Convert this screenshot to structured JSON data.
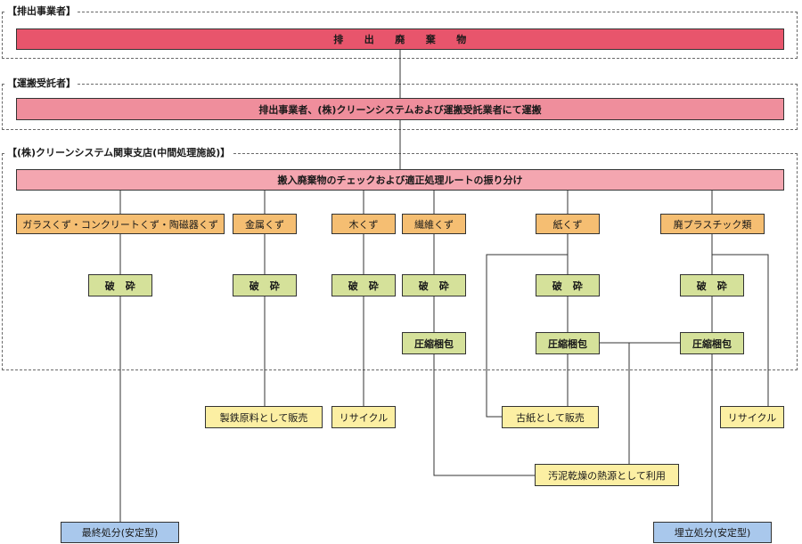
{
  "sections": {
    "generator": "【排出事業者】",
    "transport": "【運搬受託者】",
    "intermediate": "【(株)クリーンシステム関東支店(中間処理施設)】"
  },
  "boxes": {
    "waste_source": "排　　出　　廃　　棄　　物",
    "transport_bar": "排出事業者、(株)クリーンシステムおよび運搬受託業者にて運搬",
    "sorting_bar": "搬入廃棄物のチェックおよび適正処理ルートの振り分け",
    "categories": [
      "ガラスくず・コンクリートくず・陶磁器くず",
      "金属くず",
      "木くず",
      "繊維くず",
      "紙くず",
      "廃プラスチック類"
    ],
    "crushing": "破　砕",
    "baling": "圧縮梱包",
    "outputs": {
      "steel_material": "製鉄原料として販売",
      "recycle_wood": "リサイクル",
      "waste_paper_sale": "古紙として販売",
      "recycle_plastic": "リサイクル",
      "sludge_heat": "汚泥乾燥の熱源として利用"
    },
    "finals": {
      "final_disposal": "最終処分(安定型)",
      "landfill_disposal": "埋立処分(安定型)"
    }
  },
  "colors": {
    "red_bar": "#e8556c",
    "pink_bar": "#ef8e9c",
    "light_pink_bar": "#f4a6b0",
    "category": "#f5be72",
    "process": "#d5e19a",
    "output": "#fcefa3",
    "final": "#a9c8ec"
  }
}
